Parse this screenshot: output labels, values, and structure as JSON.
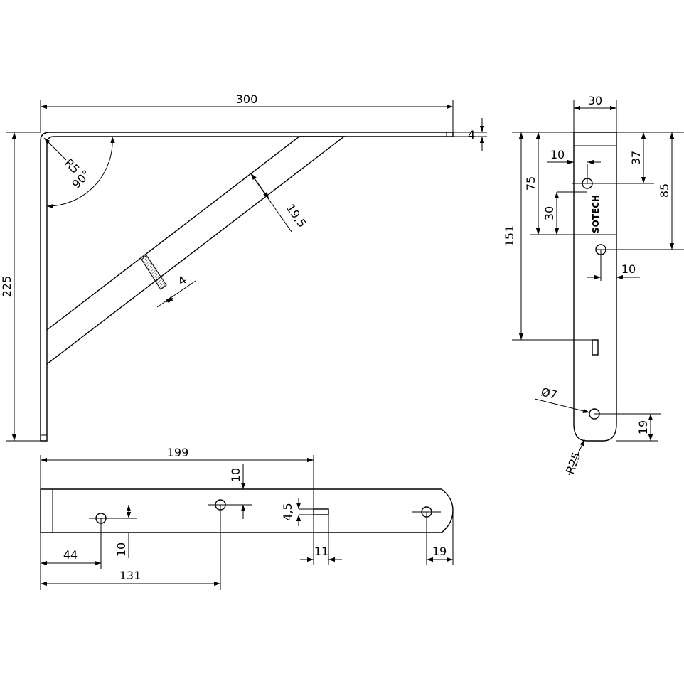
{
  "side_view": {
    "width_label": "300",
    "height_label": "225",
    "thickness_label": "4",
    "radius_label": "R5",
    "angle_label": "90°",
    "brace_width_label": "19,5",
    "brace_thickness_label": "4"
  },
  "front_view": {
    "width_label": "30",
    "dim_10_top": "10",
    "dim_37": "37",
    "dim_75": "75",
    "dim_85": "85",
    "dim_30": "30",
    "dim_151": "151",
    "dim_10_mid": "10",
    "hole_label": "Ø7",
    "dim_19": "19",
    "radius_label": "R25",
    "logo_text": "SOTECH"
  },
  "bottom_view": {
    "dim_199": "199",
    "dim_10_top": "10",
    "dim_4_5": "4,5",
    "dim_10_low": "10",
    "dim_44": "44",
    "dim_11": "11",
    "dim_19": "19",
    "dim_131": "131"
  }
}
